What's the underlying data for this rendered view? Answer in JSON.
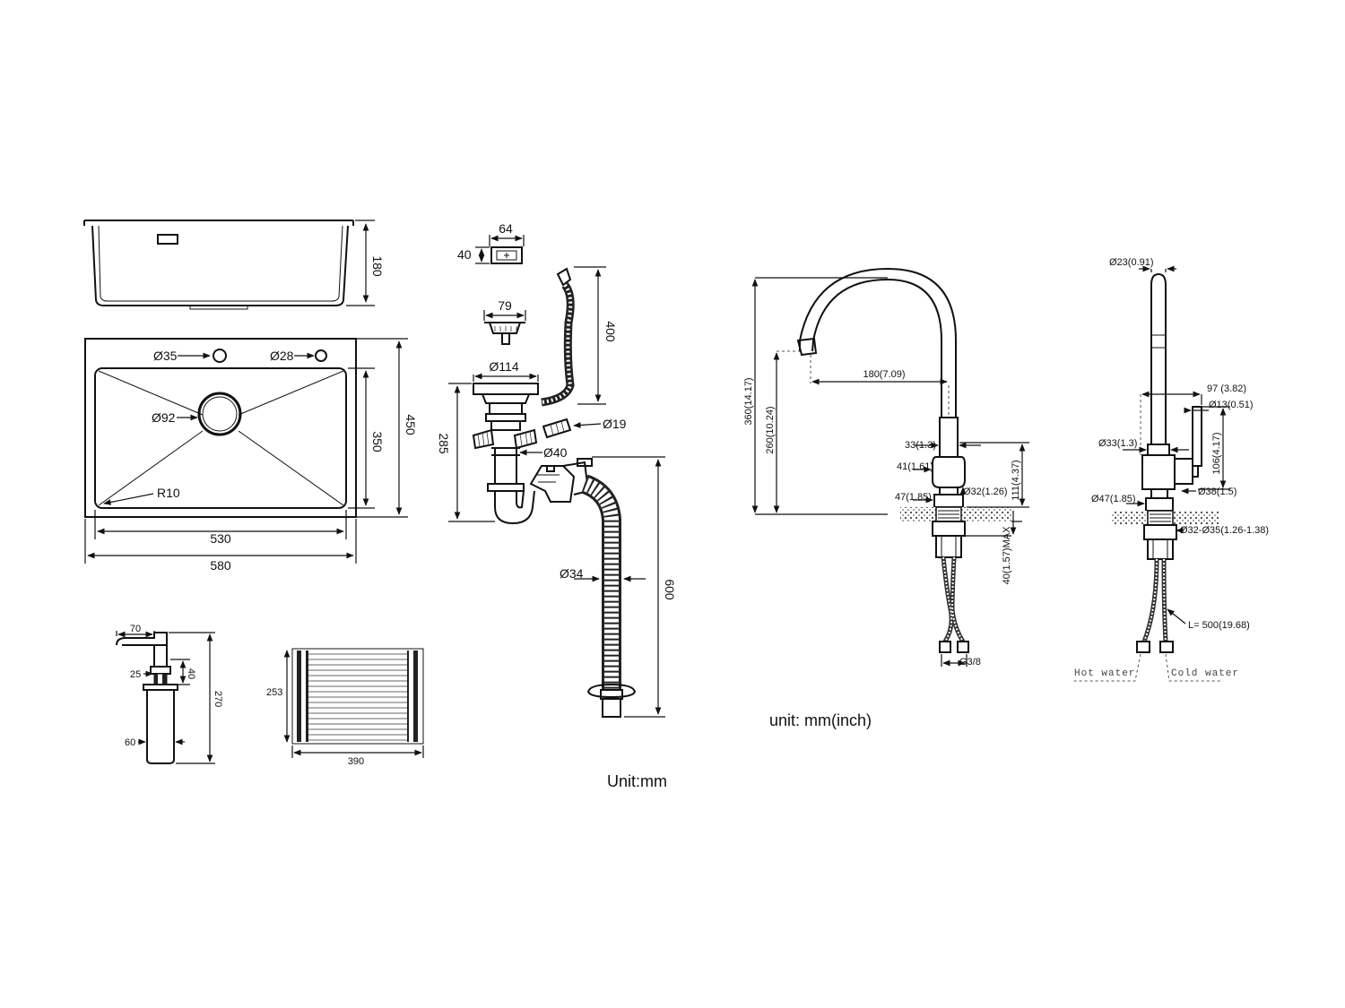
{
  "sink": {
    "depth": "180",
    "hole_faucet": "Ø35",
    "hole_dispenser": "Ø28",
    "drain": "Ø92",
    "inner_depth": "350",
    "outer_depth": "450",
    "corner_radius": "R10",
    "inner_width": "530",
    "outer_width": "580"
  },
  "drain_kit": {
    "overflow_width": "64",
    "overflow_height": "40",
    "strainer": "79",
    "overflow_hose": "400",
    "flange": "Ø114",
    "connector": "Ø19",
    "height": "285",
    "pipe": "Ø40",
    "hose": "Ø34",
    "hose_length": "600"
  },
  "soap_dispenser": {
    "spout": "70",
    "neck": "25",
    "neck_height": "40",
    "height": "270",
    "bottle": "60"
  },
  "drying_rack": {
    "depth": "253",
    "width": "390"
  },
  "unit_left": "Unit:mm",
  "faucet_front": {
    "reach": "180(7.09)",
    "height": "360(14.17)",
    "spout_height": "260(10.24)",
    "body_d1": "33(1.3)",
    "body_d2": "41(1.61)",
    "base": "47(1.85)",
    "shank": "Ø32(1.26)",
    "body_height": "111(4.37)",
    "max_deck": "40(1.57)MAX",
    "thread": "G3/8"
  },
  "faucet_side": {
    "tip": "Ø23(0.91)",
    "lever_reach": "97 (3.82)",
    "lever": "Ø13(0.51)",
    "body": "Ø33(1.3)",
    "lever_height": "106(4.17)",
    "hub": "Ø38(1.5)",
    "base": "Ø47(1.85)",
    "hole": "Ø32-Ø35(1.26-1.38)",
    "hose": "L= 500(19.68)",
    "hot": "Hot water",
    "cold": "Cold water"
  },
  "unit_right": "unit: mm(inch)"
}
